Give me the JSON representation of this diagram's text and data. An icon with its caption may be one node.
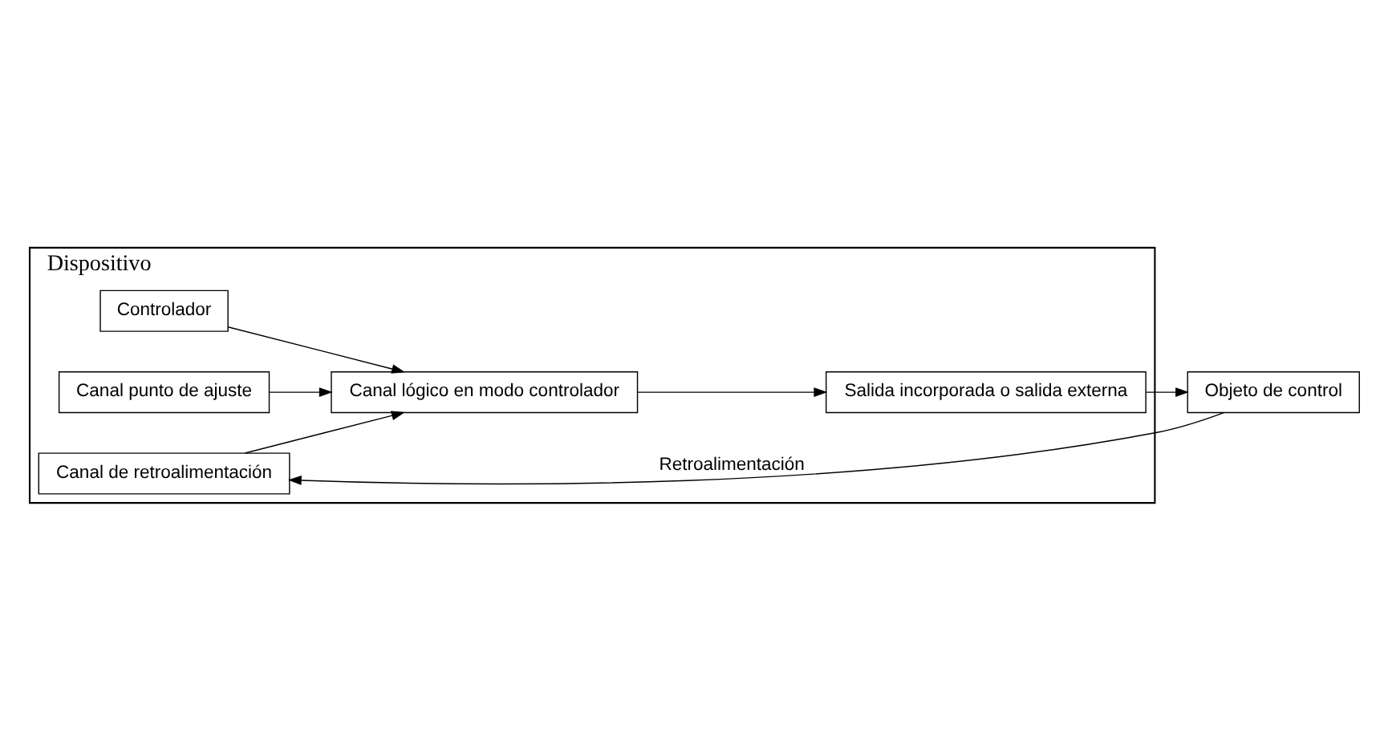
{
  "diagram": {
    "nodes": [
      {
        "text": [
          "Dispositivo"
        ]
      },
      {
        "text": [
          "Controlador"
        ],
        "in": 0
      },
      {
        "text": [
          "Canal punto de ajuste"
        ],
        "in": 0
      },
      {
        "text": [
          "Canal lógico en modo controlador"
        ],
        "in": 0
      },
      {
        "text": [
          "Canal de retroalimentación"
        ],
        "in": 0
      },
      {
        "text": [
          "Salida incorporada o salida externa"
        ],
        "in": 0
      },
      {
        "text": [
          "Objeto de control"
        ]
      }
    ],
    "edges": [
      {
        "from": 1,
        "to": 3,
        "arrow": "to"
      },
      {
        "from": 2,
        "to": 3,
        "arrow": "to"
      },
      {
        "from": 4,
        "to": 3,
        "arrow": "to"
      },
      {
        "from": 3,
        "to": 5,
        "arrow": "to"
      },
      {
        "from": 5,
        "to": 6,
        "arrow": "to"
      },
      {
        "from": 6,
        "to": 4,
        "label": "Retroalimentación",
        "arrow": "to"
      }
    ]
  }
}
